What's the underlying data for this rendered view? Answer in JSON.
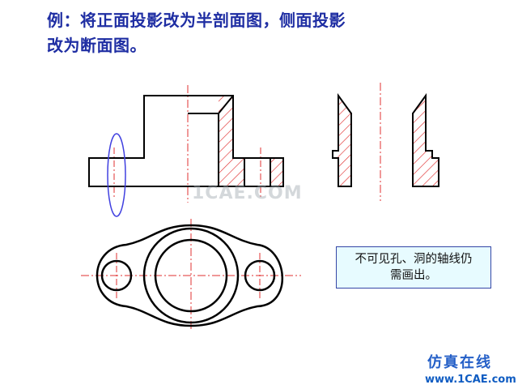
{
  "title": {
    "line1": "例：将正面投影改为半剖面图，侧面投影",
    "line2": "改为断面图。"
  },
  "note": {
    "line1": "不可见孔、洞的轴线仍",
    "line2": "需画出。"
  },
  "watermark": "1CAE.COM",
  "logo": {
    "text": "仿真在线",
    "url": "www.1CAE.com"
  },
  "colors": {
    "title": "#1f2ea3",
    "outline": "#000000",
    "centerline": "#e03030",
    "hatch": "#e03030",
    "highlight_ellipse": "#4040e0",
    "note_background": "#e7fbff",
    "note_border": "#3446a6",
    "logo": "#245fc7"
  }
}
